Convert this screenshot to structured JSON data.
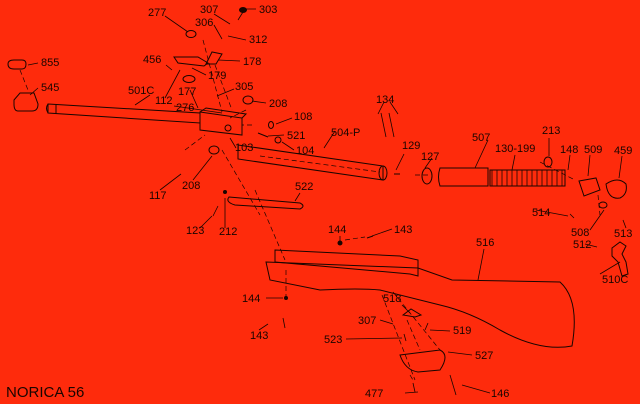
{
  "title": "NORICA 56",
  "labels": [
    "277",
    "307",
    "303",
    "306",
    "312",
    "855",
    "545",
    "456",
    "178",
    "179",
    "112",
    "177",
    "501C",
    "305",
    "208",
    "276",
    "108",
    "521",
    "104",
    "103",
    "134",
    "504-P",
    "129",
    "507",
    "127",
    "130-199",
    "213",
    "148",
    "509",
    "459",
    "117",
    "208",
    "522",
    "514",
    "508",
    "513",
    "512",
    "123",
    "212",
    "144",
    "143",
    "516",
    "144",
    "510C",
    "518",
    "307",
    "519",
    "523",
    "527",
    "143",
    "477",
    "146"
  ],
  "colors": {
    "background": "#fe2b0c",
    "ink": "#1a0500"
  }
}
